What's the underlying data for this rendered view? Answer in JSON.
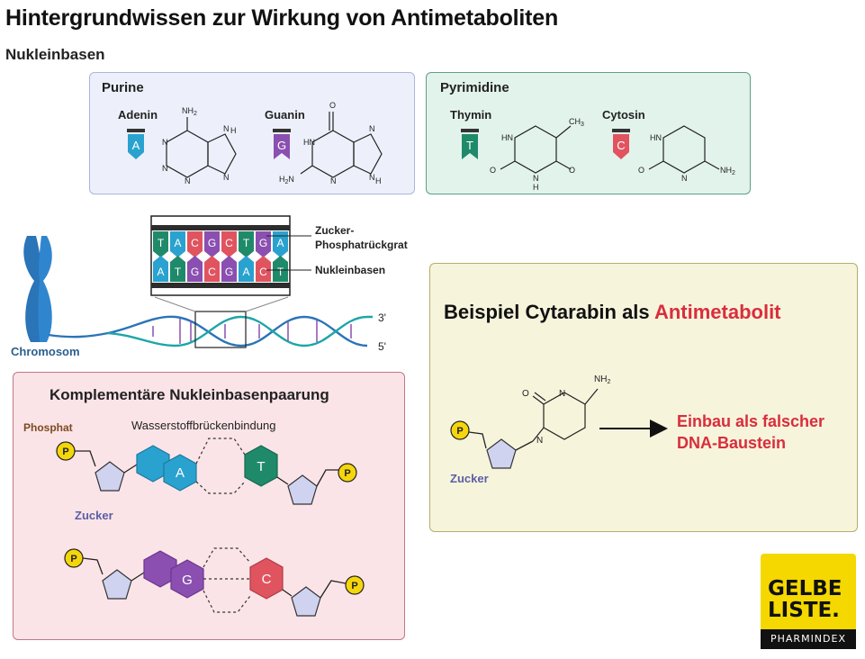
{
  "title": "Hintergrundwissen zur Wirkung von Antimetaboliten",
  "subtitle": "Nukleinbasen",
  "purine": {
    "heading": "Purine",
    "adenin": {
      "label": "Adenin",
      "letter": "A",
      "color": "#2aa2cf"
    },
    "guanin": {
      "label": "Guanin",
      "letter": "G",
      "color": "#8a4fb0"
    },
    "nh2": "NH",
    "nh2_sub": "2",
    "atom_n": "N",
    "atom_h": "H",
    "atom_o": "O",
    "hn": "HN",
    "h2n": "H",
    "h2n_sub": "2",
    "h2n_n": "N"
  },
  "pyrimidine": {
    "heading": "Pyrimidine",
    "thymin": {
      "label": "Thymin",
      "letter": "T",
      "color": "#1f8a6a"
    },
    "cytosin": {
      "label": "Cytosin",
      "letter": "C",
      "color": "#e0545f"
    },
    "ch3": "CH",
    "ch3_sub": "3"
  },
  "dna": {
    "chromosome_label": "Chromosom",
    "strand_top": "3'",
    "strand_bottom": "5'",
    "callout_backbone_1": "Zucker-",
    "callout_backbone_2": "Phosphatrückgrat",
    "callout_bases": "Nukleinbasen",
    "top_letters": [
      "T",
      "A",
      "C",
      "G",
      "C",
      "T",
      "G",
      "A"
    ],
    "bottom_letters": [
      "A",
      "T",
      "G",
      "C",
      "G",
      "A",
      "C",
      "T"
    ]
  },
  "pairing": {
    "heading": "Komplementäre Nukleinbasenpaarung",
    "phosphat_label": "Phosphat",
    "hbond_label": "Wasserstoffbrückenbindung",
    "zucker_label": "Zucker",
    "p_symbol": "P",
    "pair1": [
      "A",
      "T"
    ],
    "pair2": [
      "G",
      "C"
    ]
  },
  "cytarabin": {
    "heading_prefix": "Beispiel Cytarabin als ",
    "heading_accent": "Antimetabolit",
    "accent_color": "#d92d3c",
    "zucker_label": "Zucker",
    "result_line1": "Einbau als falscher",
    "result_line2": "DNA-Baustein"
  },
  "logo": {
    "line1": "GELBE",
    "line2": "LISTE.",
    "sub": "PHARMINDEX"
  }
}
